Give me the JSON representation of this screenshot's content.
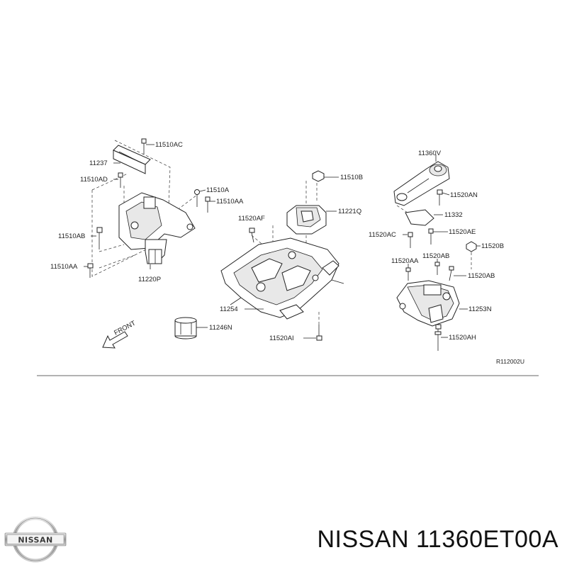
{
  "diagram": {
    "labels": {
      "p11510AC": "11510AC",
      "p11237": "11237",
      "p11510AD": "11510AD",
      "p11510A": "11510A",
      "p11510AA": "11510AA",
      "p11510AB": "11510AB",
      "p11510AA_b": "11510AA",
      "p11220P": "11220P",
      "p11510B": "11510B",
      "p11520AF": "11520AF",
      "p11221Q": "11221Q",
      "p11254": "11254",
      "p11246N": "11246N",
      "p11520AI": "11520AI",
      "p11360V": "11360V",
      "p11520AN": "11520AN",
      "p11332": "11332",
      "p11520AC": "11520AC",
      "p11520AE": "11520AE",
      "p11520B": "11520B",
      "p11520AB": "11520AB",
      "p11520AA": "11520AA",
      "p11520AB_b": "11520AB",
      "p11253N": "11253N",
      "p11520AH": "11520AH",
      "front": "FRONT",
      "ref_code": "R112002U"
    }
  },
  "footer": {
    "brand_logo_text": "NISSAN",
    "title": "NISSAN 11360ET00A"
  }
}
